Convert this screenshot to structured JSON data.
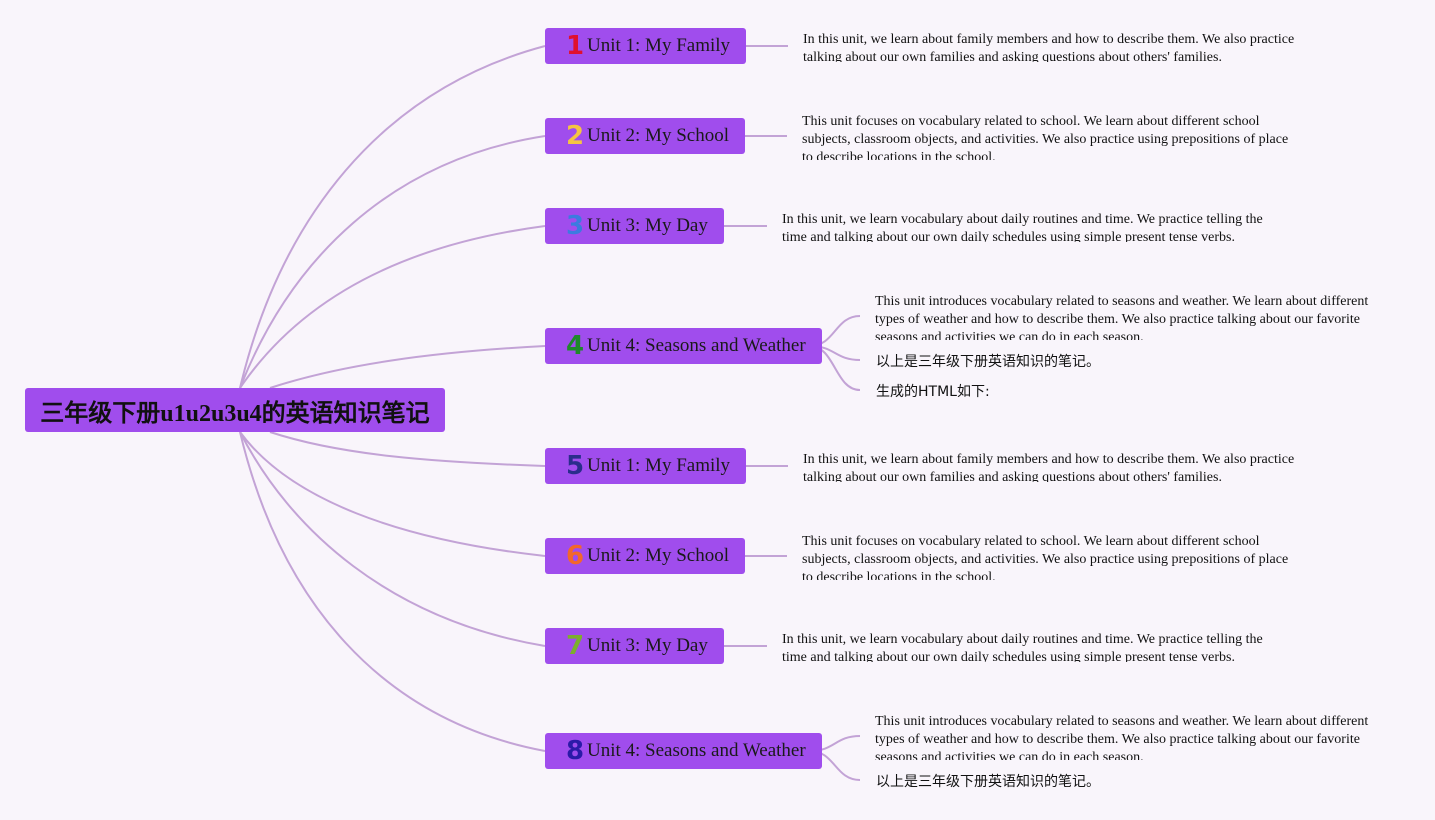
{
  "root": {
    "title": "三年级下册u1u2u3u4的英语知识笔记"
  },
  "colors": {
    "node_fill": "#a04ded",
    "link": "#c3a3d6",
    "background": "#f9f5fb"
  },
  "units": [
    {
      "number": "1",
      "number_color": "#e0102e",
      "label": "Unit 1: My Family",
      "description": "In this unit, we learn about family members and how to describe them. We also practice talking about our own families and asking questions about others' families.",
      "extras": []
    },
    {
      "number": "2",
      "number_color": "#f5c542",
      "label": "Unit 2: My School",
      "description": "This unit focuses on vocabulary related to school. We learn about different school subjects, classroom objects, and activities. We also practice using prepositions of place to describe locations in the school.",
      "extras": []
    },
    {
      "number": "3",
      "number_color": "#3b7be0",
      "label": "Unit 3: My Day",
      "description": "In this unit, we learn vocabulary about daily routines and time. We practice telling the time and talking about our own daily schedules using simple present tense verbs.",
      "extras": []
    },
    {
      "number": "4",
      "number_color": "#1f8a2a",
      "label": "Unit 4: Seasons and Weather",
      "description": "This unit introduces vocabulary related to seasons and weather. We learn about different types of weather and how to describe them. We also practice talking about our favorite seasons and activities we can do in each season.",
      "extras": [
        "以上是三年级下册英语知识的笔记。",
        "生成的HTML如下:"
      ]
    },
    {
      "number": "5",
      "number_color": "#2a2d8c",
      "label": "Unit 1: My Family",
      "description": "In this unit, we learn about family members and how to describe them. We also practice talking about our own families and asking questions about others' families.",
      "extras": []
    },
    {
      "number": "6",
      "number_color": "#f2672b",
      "label": "Unit 2: My School",
      "description": "This unit focuses on vocabulary related to school. We learn about different school subjects, classroom objects, and activities. We also practice using prepositions of place to describe locations in the school.",
      "extras": []
    },
    {
      "number": "7",
      "number_color": "#7cae2e",
      "label": "Unit 3: My Day",
      "description": "In this unit, we learn vocabulary about daily routines and time. We practice telling the time and talking about our own daily schedules using simple present tense verbs.",
      "extras": []
    },
    {
      "number": "8",
      "number_color": "#2a1aa8",
      "label": "Unit 4: Seasons and Weather",
      "description": "This unit introduces vocabulary related to seasons and weather. We learn about different types of weather and how to describe them. We also practice talking about our favorite seasons and activities we can do in each season.",
      "extras": [
        "以上是三年级下册英语知识的笔记。"
      ]
    }
  ]
}
